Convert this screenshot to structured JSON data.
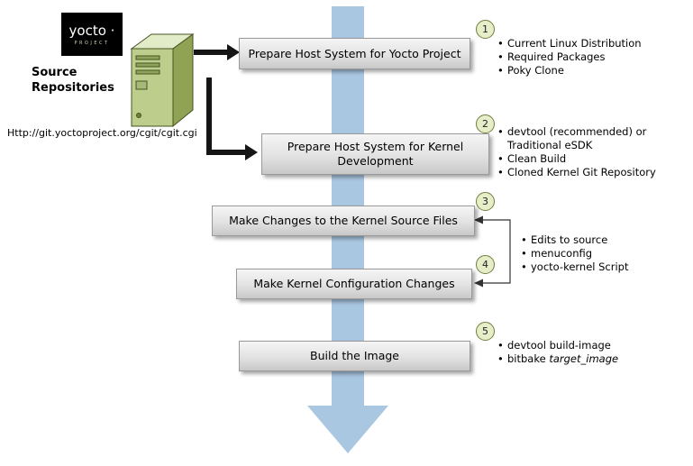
{
  "logo": {
    "title": "yocto ·",
    "subtitle": "PROJECT"
  },
  "source": {
    "label": "Source Repositories",
    "url": "Http://git.yoctoproject.org/cgit/cgit.cgi"
  },
  "colors": {
    "flow_arrow": "#aac7e2",
    "badge_fill": "#e6edc9",
    "badge_border": "#6f7f3a",
    "connector": "#1a1a1a"
  },
  "steps": [
    {
      "num": "1",
      "label": "Prepare Host System for Yocto Project",
      "bullets": [
        "Current Linux Distribution",
        "Required Packages",
        "Poky Clone"
      ]
    },
    {
      "num": "2",
      "label": "Prepare Host System for Kernel Development",
      "bullets": [
        "devtool (recommended) or Traditional eSDK",
        "Clean Build",
        "Cloned Kernel Git Repository"
      ]
    },
    {
      "num": "3",
      "label": "Make Changes to the Kernel Source Files",
      "bullets": []
    },
    {
      "num": "4",
      "label": "Make Kernel Configuration Changes",
      "bullets": []
    },
    {
      "num": "5",
      "label": "Build the Image",
      "bullets": [
        "devtool build-image"
      ],
      "bitbake_bullet": {
        "prefix": "bitbake ",
        "emphasis": "target_image"
      }
    }
  ],
  "shared_bullets": [
    "Edits to source",
    "menuconfig",
    "yocto-kernel Script"
  ]
}
